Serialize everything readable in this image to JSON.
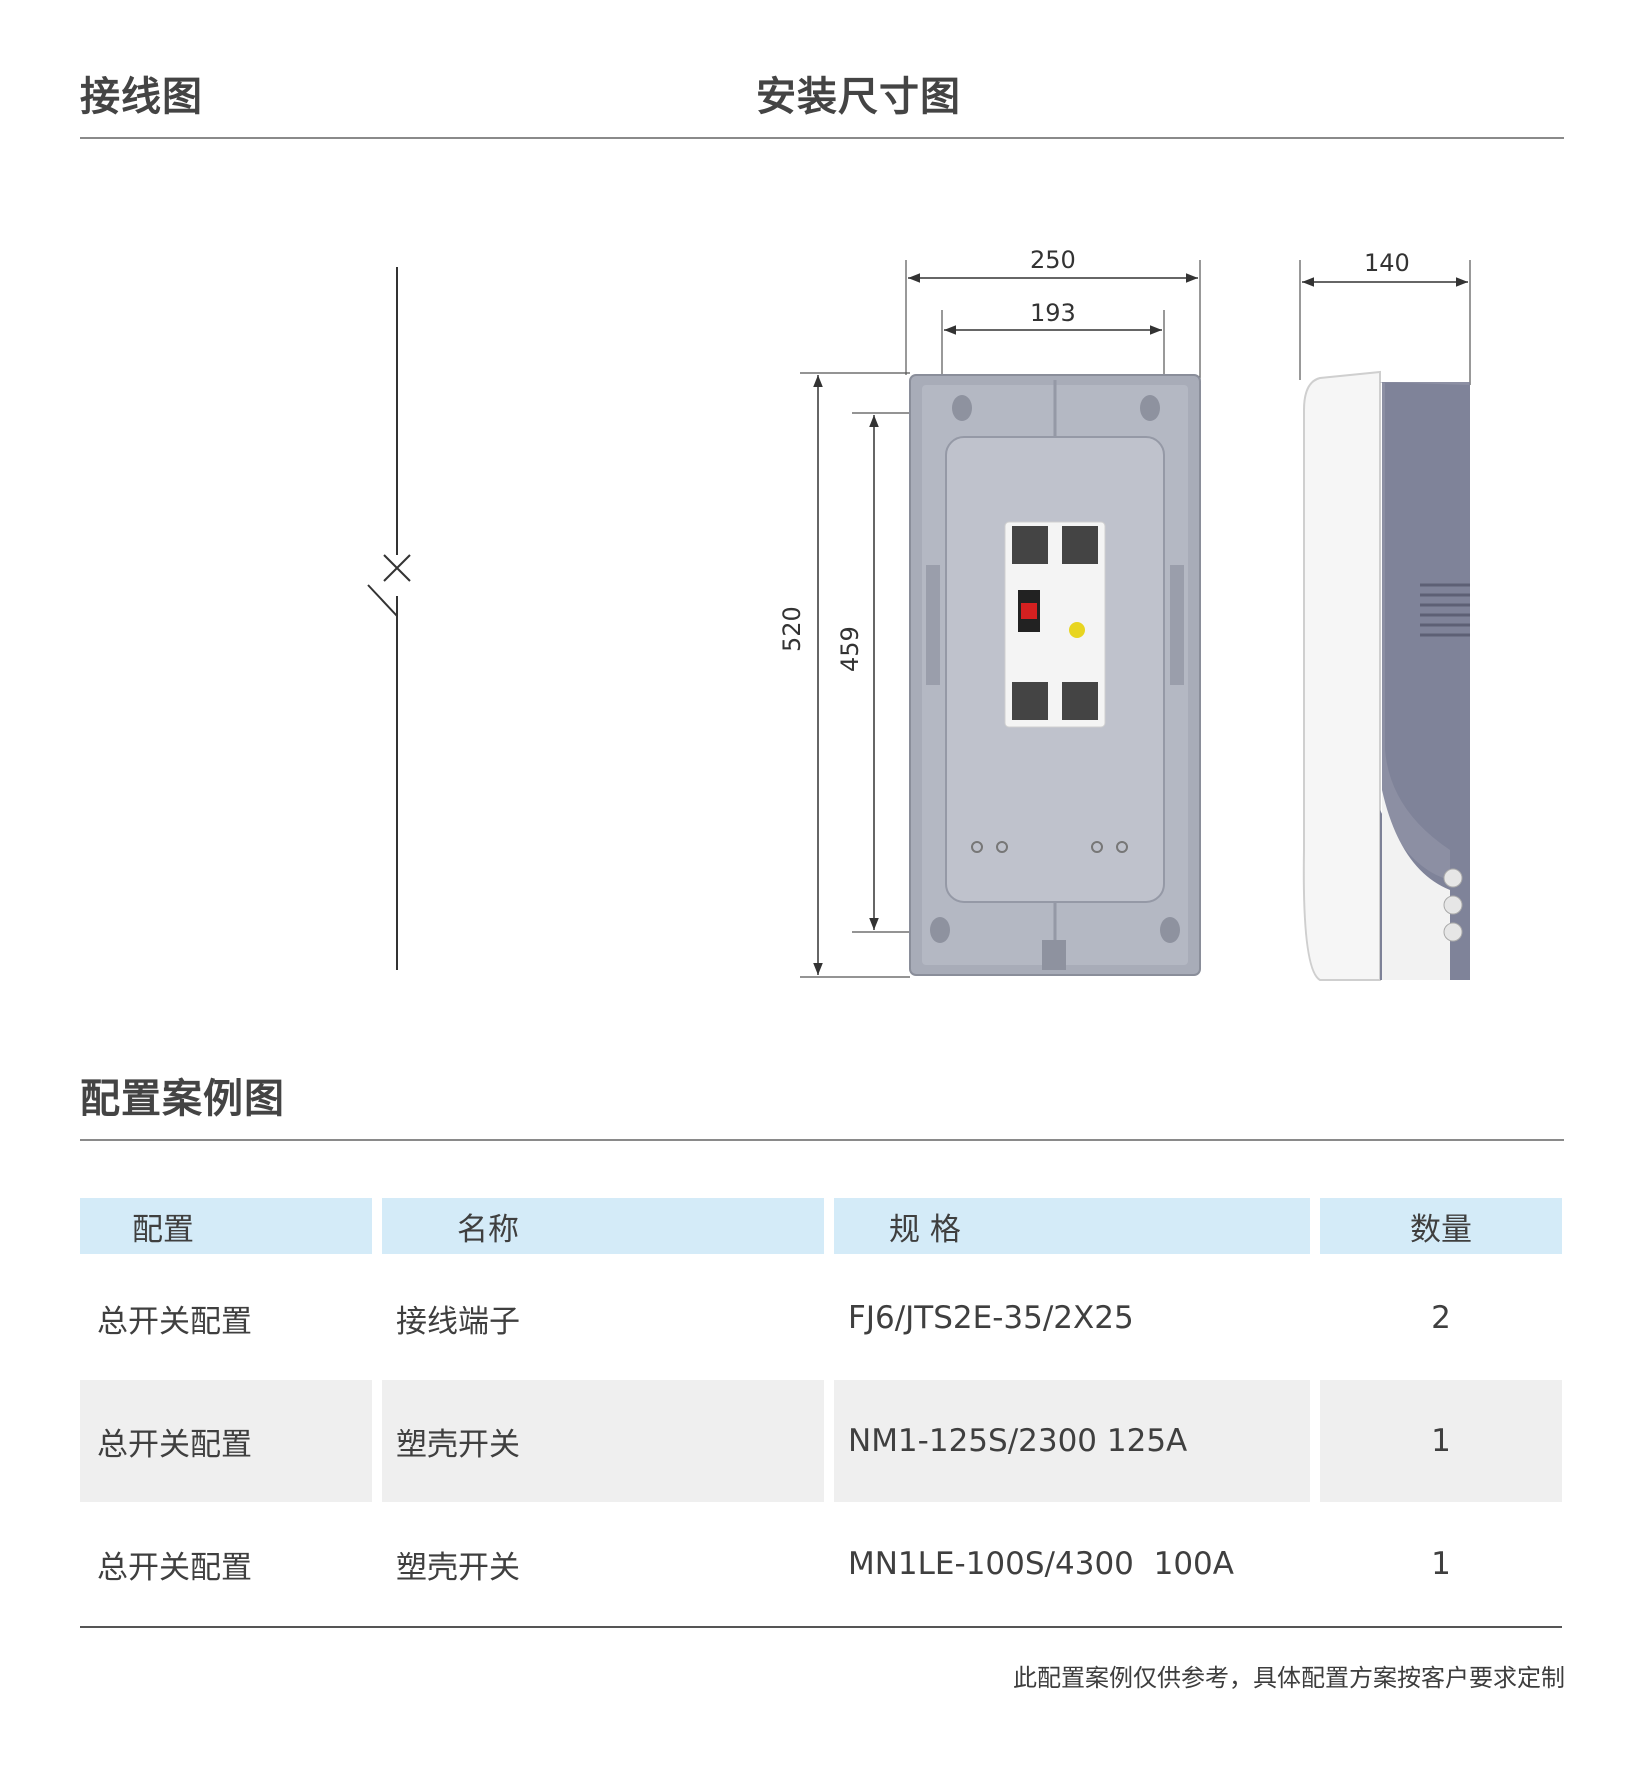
{
  "headings": {
    "wiring": "接线图",
    "install": "安装尺寸图",
    "config": "配置案例图"
  },
  "dimensions": {
    "width_outer": "250",
    "width_inner": "193",
    "depth": "140",
    "height_outer": "520",
    "height_inner": "459"
  },
  "colors": {
    "header_bg": "#d4ebf8",
    "alt_row_bg": "#efefef",
    "enclosure_gray": "#a3a7b4",
    "side_panel": "#7d8197"
  },
  "table": {
    "headers": [
      "配置",
      "名称",
      "规 格",
      "数量"
    ],
    "rows": [
      [
        "总开关配置",
        "接线端子",
        "FJ6/JTS2E-35/2X25",
        "2"
      ],
      [
        "总开关配置",
        "塑壳开关",
        "NM1-125S/2300 125A",
        "1"
      ],
      [
        "总开关配置",
        "塑壳开关",
        "MN1LE-100S/4300  100A",
        "1"
      ]
    ]
  },
  "footnote": "此配置案例仅供参考，具体配置方案按客户要求定制"
}
